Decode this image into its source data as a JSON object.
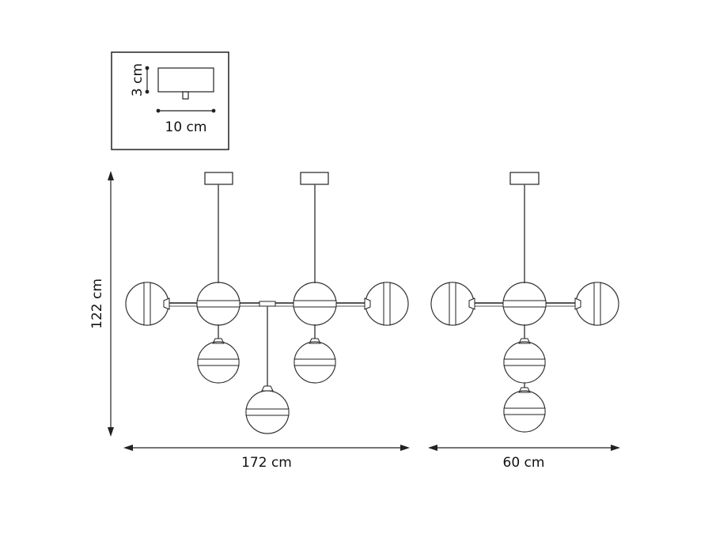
{
  "dimensions": {
    "canopy_height": "3 cm",
    "canopy_width": "10 cm",
    "total_height": "122 cm",
    "front_width": "172 cm",
    "side_width": "60 cm"
  }
}
